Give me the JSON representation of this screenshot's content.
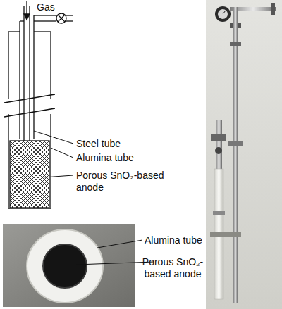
{
  "diagram": {
    "labels": [
      "Gas",
      "Steel tube",
      "Alumina tube",
      "Porous SnO₂-based anode",
      "Alumina tube",
      "Porous SnO₂-based anode"
    ]
  }
}
